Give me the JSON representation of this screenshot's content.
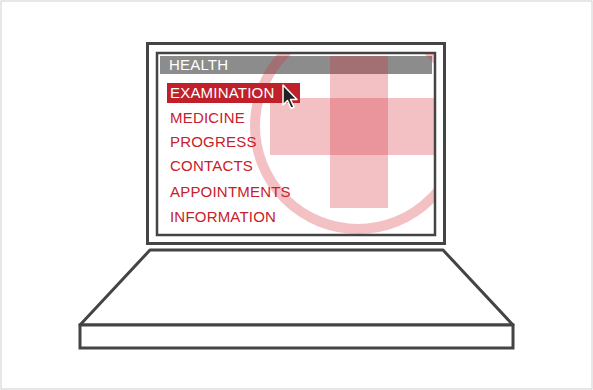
{
  "diagram": {
    "nodes": [
      {
        "text": [
          "HEALTH"
        ]
      },
      {
        "text": [
          "EXAMINATION"
        ]
      }
    ],
    "labels": [
      "MEDICINE",
      "PROGRESS",
      "CONTACTS",
      "APPOINTMENTS",
      "INFORMATION"
    ]
  }
}
